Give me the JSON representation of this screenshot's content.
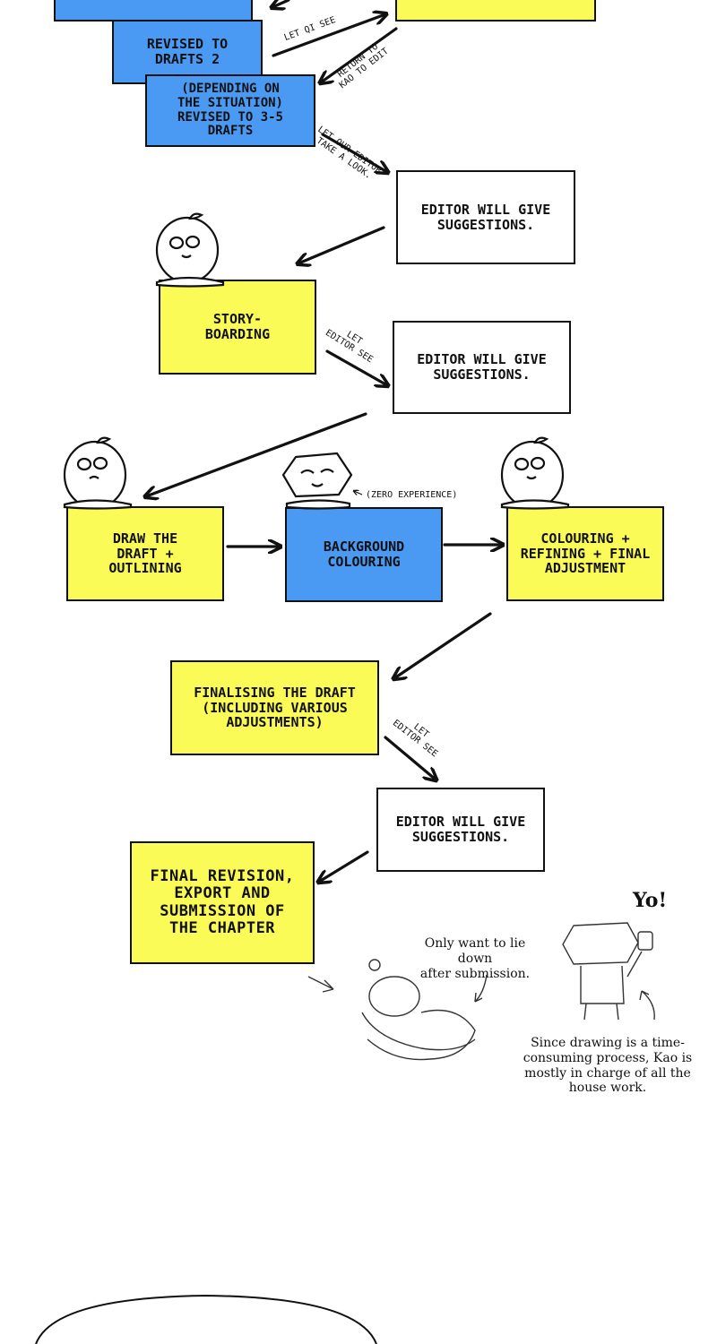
{
  "boxes": {
    "revised_2": "REVISED TO\nDRAFTS 2",
    "revised_3_5": "(DEPENDING ON\nTHE SITUATION)\nREVISED TO 3-5\nDRAFTS",
    "editor_1": "EDITOR WILL GIVE\nSUGGESTIONS.",
    "storyboarding": "STORY-\nBOARDING",
    "editor_2": "EDITOR WILL GIVE\nSUGGESTIONS.",
    "draw_draft": "DRAW THE\nDRAFT +\nOUTLINING",
    "background": "BACKGROUND\nCOLOURING",
    "colouring": "COLOURING +\nREFINING + FINAL\nADJUSTMENT",
    "finalising": "FINALISING THE DRAFT\n(INCLUDING VARIOUS\nADJUSTMENTS)",
    "editor_3": "EDITOR WILL GIVE\nSUGGESTIONS.",
    "final_revision": "FINAL REVISION,\nEXPORT AND\nSUBMISSION OF\nTHE CHAPTER"
  },
  "labels": {
    "let_qi_see": "LET QI SEE",
    "return_to_kao": "RETURN TO\nKAO TO EDIT",
    "let_editor_look": "LET OUR EDITOR\nTAKE A LOOK.",
    "let_editor_see_1": "LET\nEDITOR SEE",
    "zero_experience": "(ZERO EXPERIENCE)",
    "let_editor_see_2": "LET\nEDITOR SEE"
  },
  "notes": {
    "lie_down": "Only want to lie down\nafter submission.",
    "yo": "Yo!",
    "housework": "Since drawing is a time-\nconsuming process, Kao is\nmostly in charge of all the\nhouse work."
  },
  "colors": {
    "yellow": "#fbfb57",
    "blue": "#4a9af3",
    "ink": "#111111"
  }
}
